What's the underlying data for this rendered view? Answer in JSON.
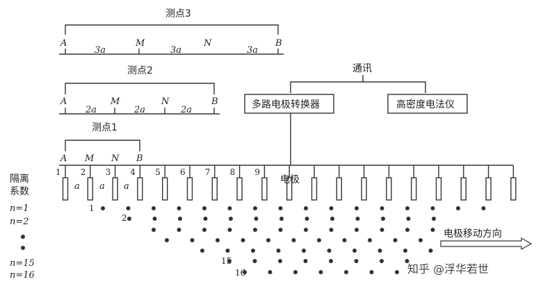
{
  "stations": [
    {
      "title": "测点3",
      "points": [
        "A",
        "M",
        "N",
        "B"
      ],
      "spacings": [
        "3a",
        "3a",
        "3a"
      ]
    },
    {
      "title": "测点2",
      "points": [
        "A",
        "M",
        "N",
        "B"
      ],
      "spacings": [
        "2a",
        "2a",
        "2a"
      ]
    },
    {
      "title": "测点1",
      "points": [
        "A",
        "M",
        "N",
        "B"
      ],
      "spacings": [
        "a",
        "a",
        "a"
      ]
    }
  ],
  "devices": {
    "comm_label": "通讯",
    "switcher": "多路电极转换器",
    "instrument": "高密度电法仪"
  },
  "electrodes": {
    "label": "电极",
    "numbers": [
      "1",
      "2",
      "3",
      "4",
      "5",
      "6",
      "7",
      "8",
      "9"
    ]
  },
  "separation": {
    "title_line1": "隔离",
    "title_line2": "系数",
    "levels": [
      "n=1",
      "n=2",
      "n=15",
      "n=16"
    ],
    "row_numbers": [
      "1",
      "2",
      "15",
      "16"
    ]
  },
  "direction_label": "电极移动方向",
  "watermark": "知乎 @浮华若世"
}
